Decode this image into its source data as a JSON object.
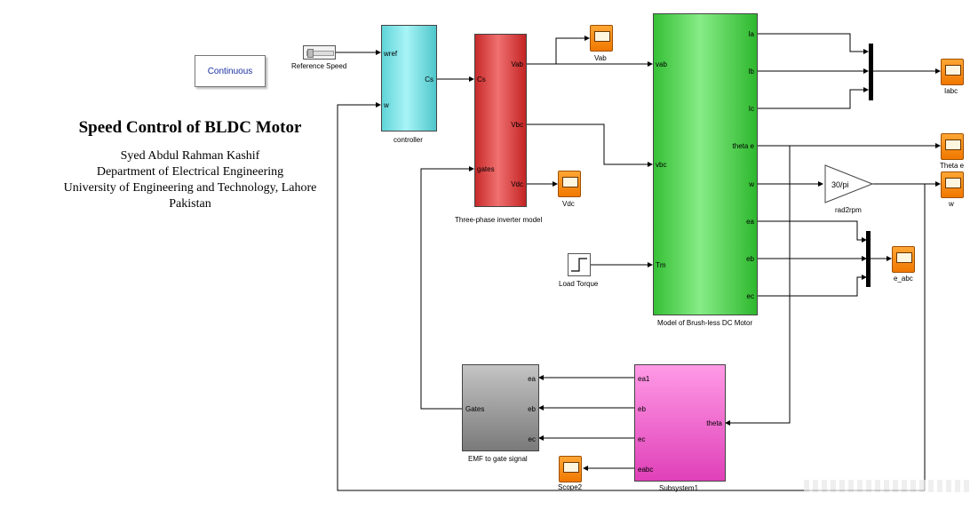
{
  "solver": "Continuous",
  "title": "Speed Control of BLDC Motor",
  "author": "Syed Abdul Rahman Kashif",
  "department": "Department of Electrical Engineering",
  "university": "University of Engineering and Technology, Lahore",
  "country": "Pakistan",
  "blocks": {
    "reference_speed": "Reference Speed",
    "controller": {
      "name": "controller",
      "in1": "wref",
      "in2": "w",
      "out": "Cs"
    },
    "inverter": {
      "name": "Three-phase inverter model",
      "in1": "Cs",
      "in2": "gates",
      "out1": "Vab",
      "out2": "Vbc",
      "out3": "Vdc"
    },
    "motor": {
      "name": "Model of Brush-less DC Motor",
      "in1": "vab",
      "in2": "vbc",
      "in3": "Tm",
      "out1": "Ia",
      "out2": "Ib",
      "out3": "Ic",
      "out4": "theta e",
      "out5": "w",
      "out6": "ea",
      "out7": "eb",
      "out8": "ec"
    },
    "load_torque": "Load Torque",
    "gain": {
      "name": "rad2rpm",
      "value": "30/pi"
    },
    "emf_gate": {
      "name": "EMF to gate signal",
      "in1": "ea",
      "in2": "eb",
      "in3": "ec",
      "out": "Gates"
    },
    "subsystem": {
      "name": "Subsystem1",
      "in1": "theta",
      "out1": "ea1",
      "out2": "eb",
      "out3": "ec",
      "out4": "eabc"
    }
  },
  "scopes": {
    "vab": "Vab",
    "vdc": "Vdc",
    "iabc": "Iabc",
    "theta": "Theta e",
    "w": "w",
    "eabc": "e_abc",
    "scope2": "Scope2"
  },
  "colors": {
    "controller": "#7fe8ec",
    "inverter": "#e84848",
    "motor": "#4fd04f",
    "emf": "#9a9a9a",
    "subsystem": "#ee66cc",
    "scope": "#f08a1c",
    "solver_text": "#1a2fa0"
  }
}
